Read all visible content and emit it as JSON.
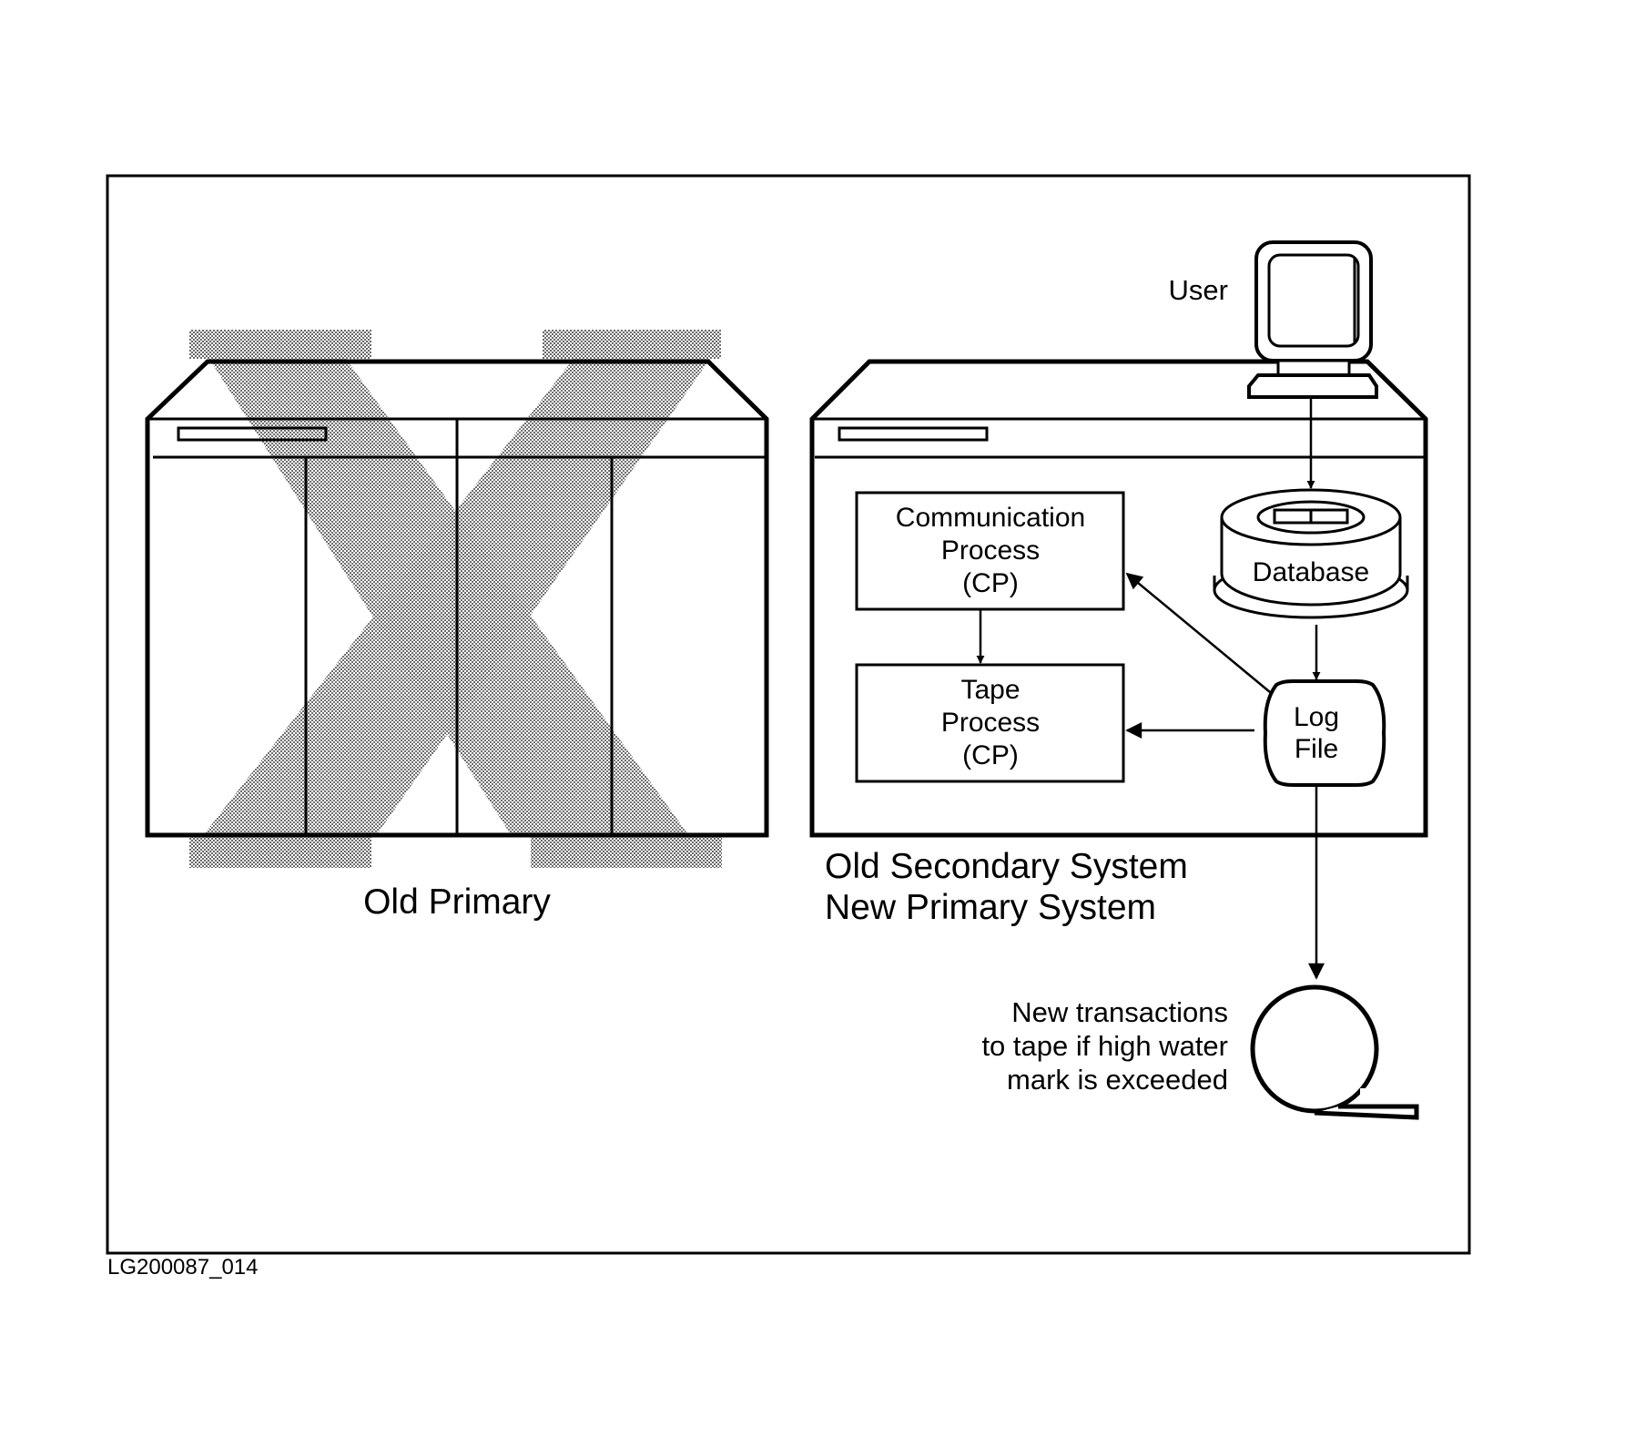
{
  "title": "",
  "user_label": "User",
  "database_label": "Database",
  "log_file": [
    "Log",
    "File"
  ],
  "communication_process": [
    "Communication",
    "Process",
    "(CP)"
  ],
  "tape_process": [
    "Tape",
    "Process",
    "(CP)"
  ],
  "old_primary_label": "Old Primary",
  "secondary_labels": [
    "Old Secondary System",
    "New Primary System"
  ],
  "tape_note": [
    "New transactions",
    "to tape if high water",
    "mark is exceeded"
  ],
  "figure_code": "LG200087_014",
  "colors": {
    "line": "#000000",
    "background": "#ffffff",
    "shade": "#7a7a7a"
  }
}
